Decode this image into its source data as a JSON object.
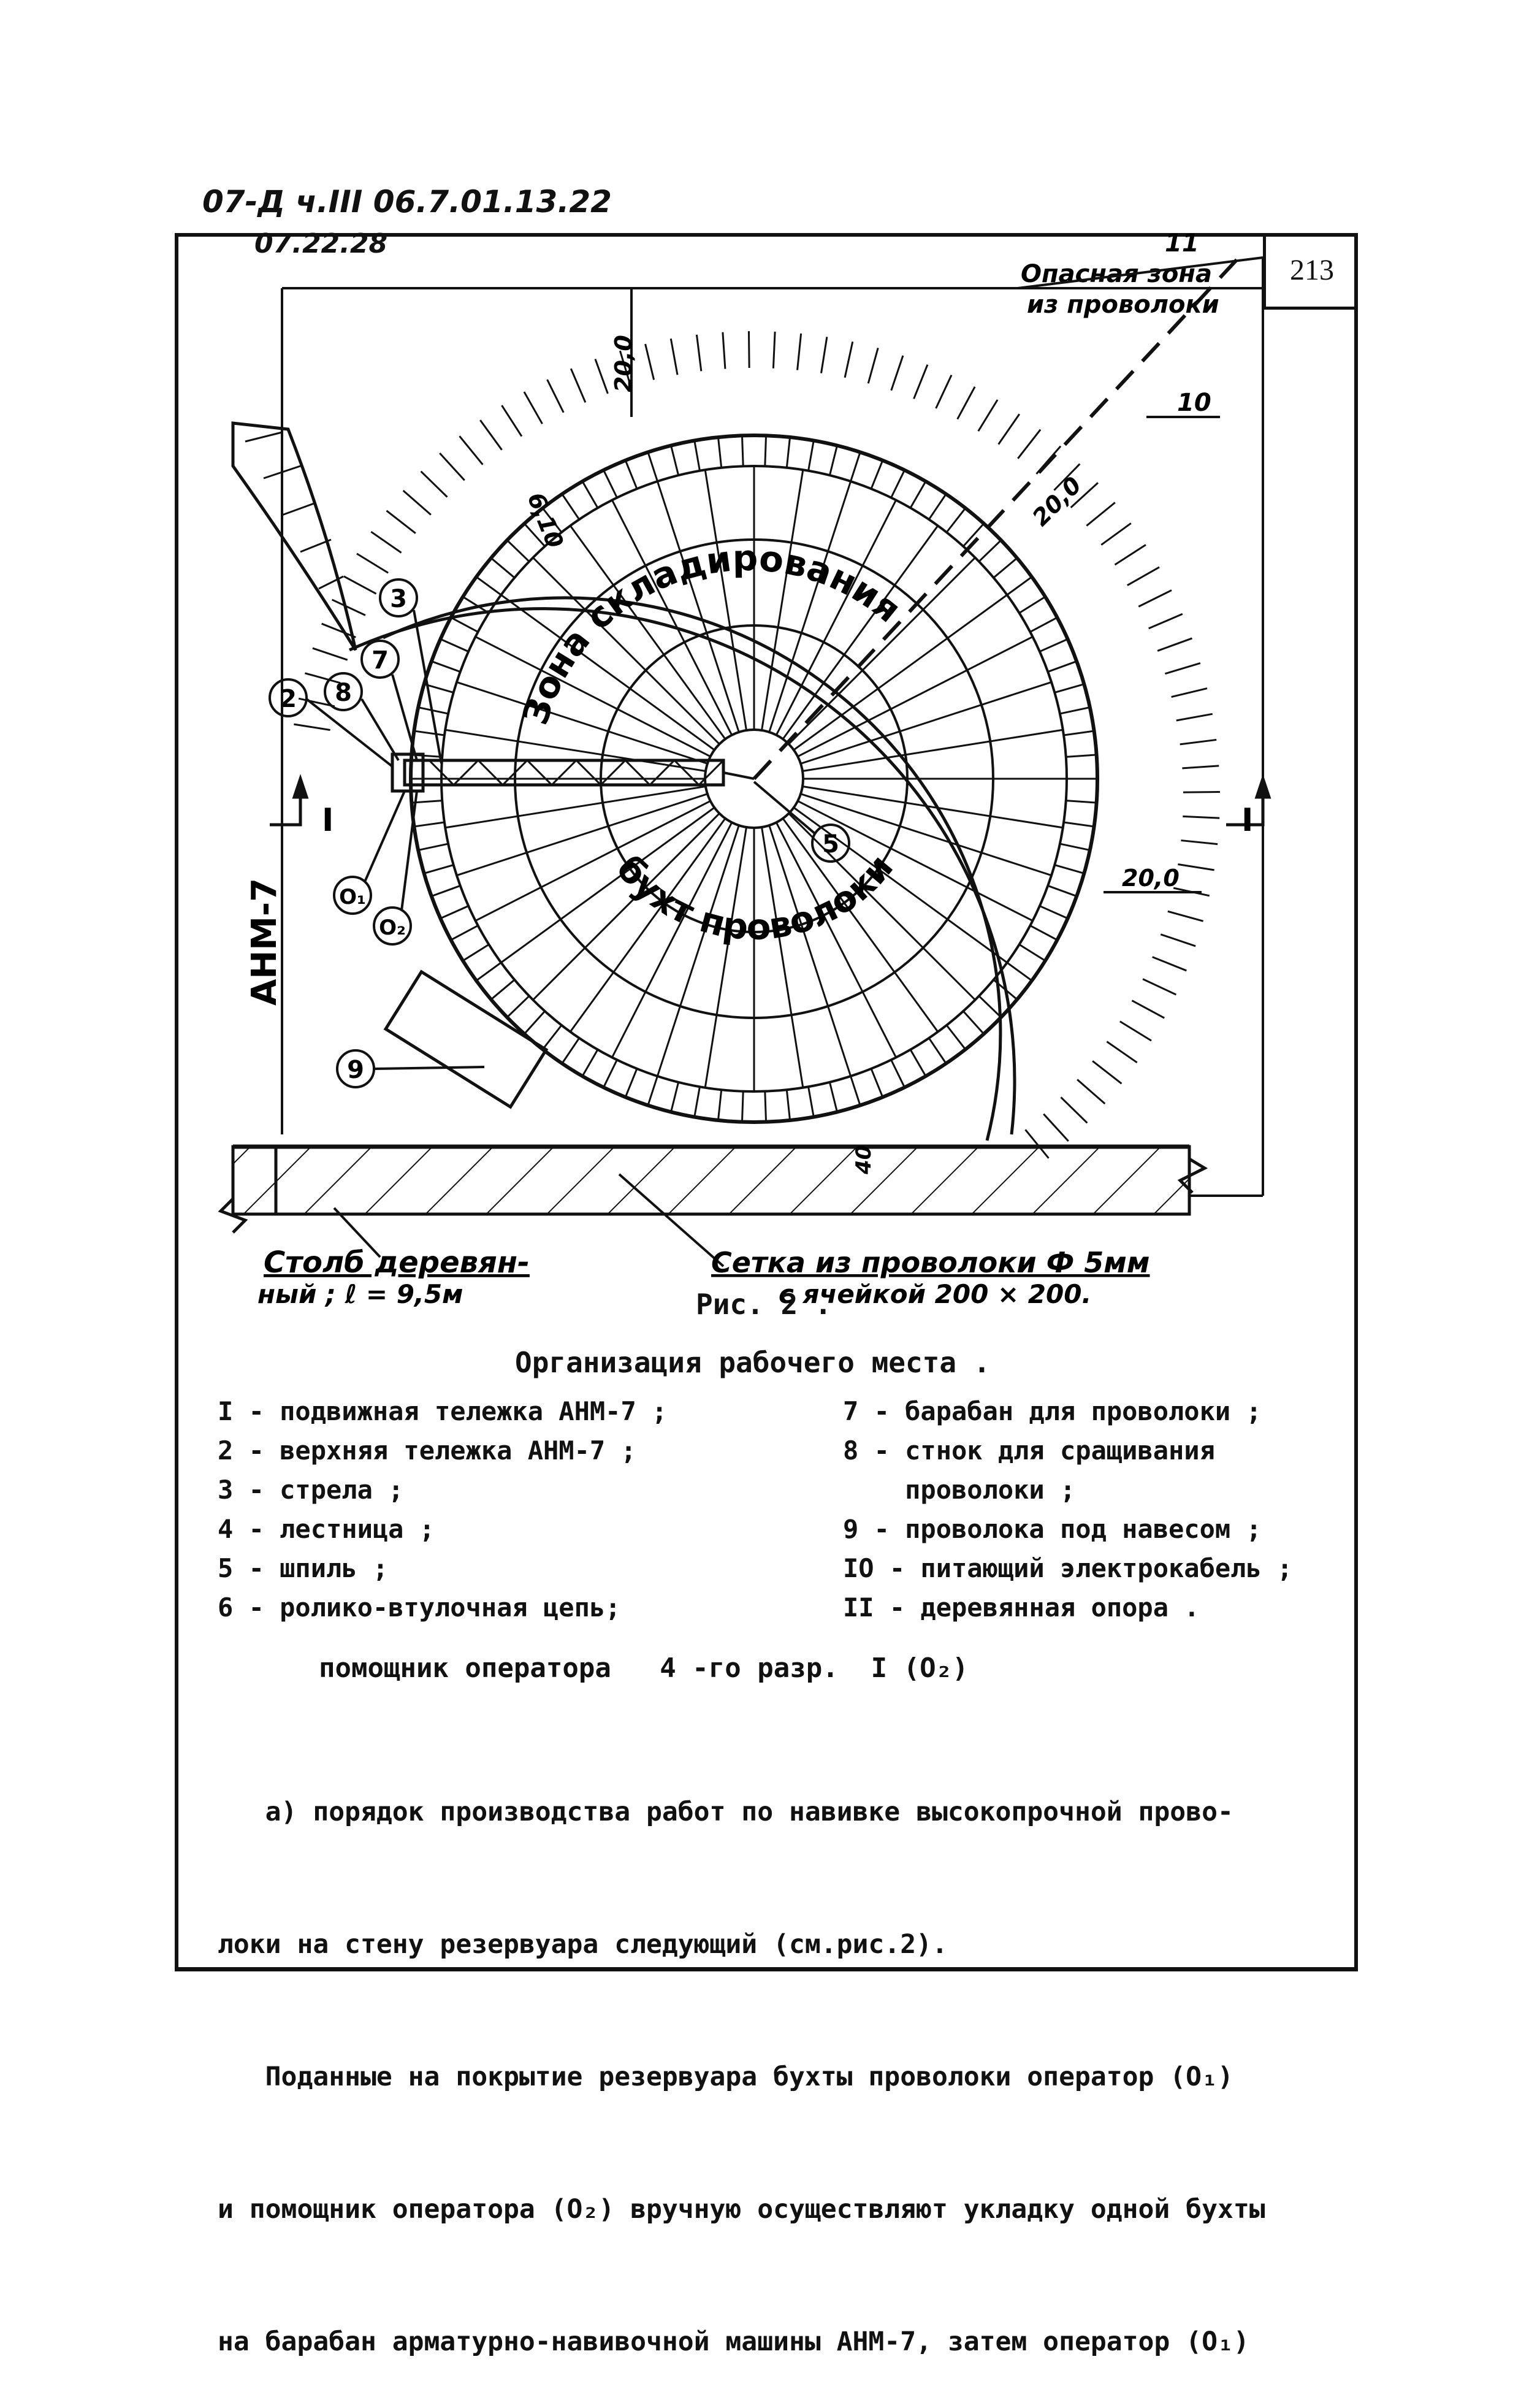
{
  "header": {
    "code_line1": "07-Д ч.III 06.7.01.13.22",
    "code_line2": "07.22.28",
    "page_number": "213"
  },
  "drawing": {
    "danger_zone_label_1": "Опасная зона",
    "danger_zone_label_2": "из проволоки",
    "callouts": {
      "c11": "11",
      "c10": "10",
      "c3": "3",
      "c7": "7",
      "c2": "2",
      "c8": "8",
      "c5": "5",
      "c9": "9",
      "o1": "О₁",
      "o2": "О₂"
    },
    "dimensions": {
      "d_top": "20,0",
      "d_610": "6,10",
      "d_diag": "20,0",
      "d_right": "20,0",
      "d_ground": "40"
    },
    "section_left": "I",
    "section_right": "I",
    "machine_label": "АНМ-7",
    "zone_text_1": "Зона складирования",
    "zone_text_2": "бухт проволоки",
    "bottom_left_label_1": "Столб деревян-",
    "bottom_left_label_2": "ный ; ℓ = 9,5м",
    "bottom_right_label_1": "Сетка из проволоки Ф 5мм",
    "bottom_right_label_2": "с ячейкой 200 × 200.",
    "figure_caption": "Рис. 2 ."
  },
  "legend_title": "Организация рабочего места .",
  "legend_left": [
    "I - подвижная тележка АНМ-7 ;",
    "2 - верхняя тележка АНМ-7 ;",
    "3 - стрела ;",
    "4 - лестница ;",
    "5 - шпиль ;",
    "6 - ролико-втулочная цепь;"
  ],
  "legend_right": [
    "7 - барабан для проволоки ;",
    "8 - стнок для сращивания",
    "    проволоки ;",
    "9 - проволока под навесом ;",
    "IO - питающий электрокабель ;",
    "II - деревянная опора ."
  ],
  "helper_line": "помощник оператора   4 -го разр.  I (О₂)",
  "paragraph_lines": [
    "   а) порядок производства работ по навивке высокопрочной прово-",
    "локи на стену резервуара следующий (см.рис.2).",
    "   Поданные на покрытие резервуара бухты проволоки оператор (О₁)",
    "и помощник оператора (О₂) вручную осуществляют укладку одной бухты",
    "на барабан арматурно-навивочной машины АНМ-7, затем оператор (О₁)"
  ]
}
